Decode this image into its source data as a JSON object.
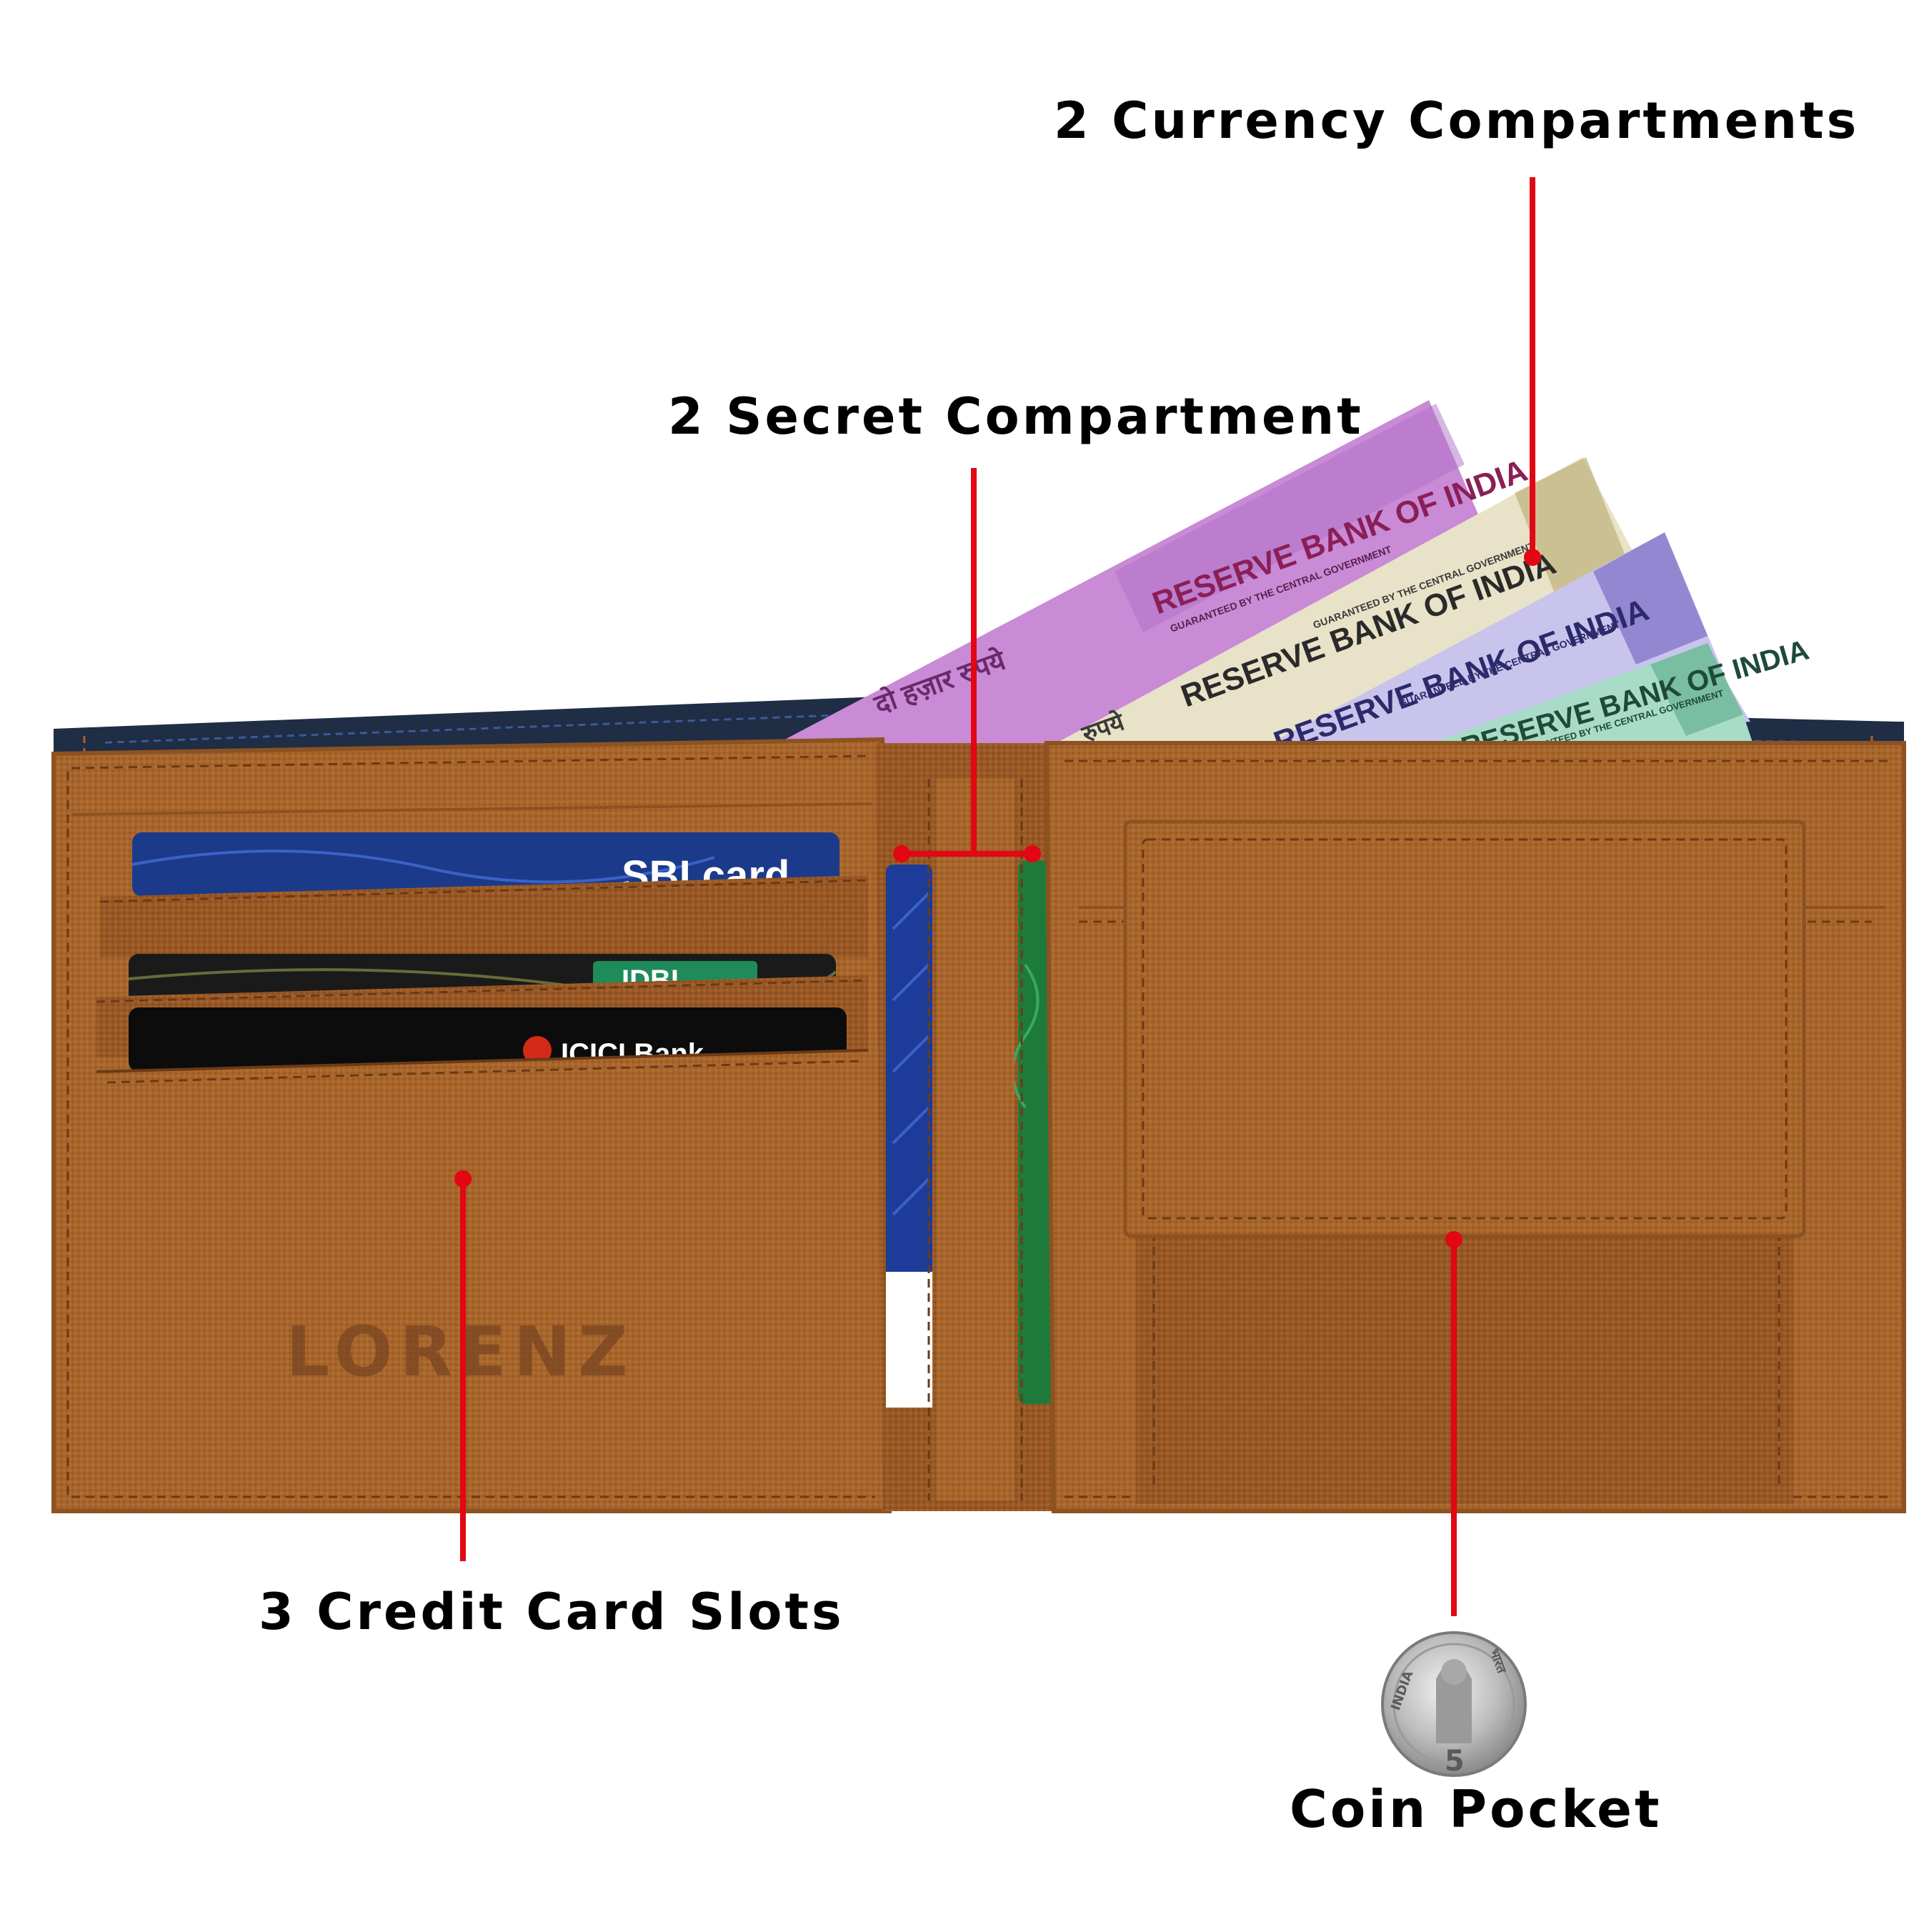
{
  "callouts": {
    "currency": "2 Currency Compartments",
    "secret": "2 Secret Compartment",
    "cards": "3 Credit Card Slots",
    "coin": "Coin Pocket"
  },
  "brand": "LORENZ",
  "notes": [
    {
      "bank": "RESERVE BANK OF INDIA",
      "guarantee": "GUARANTEED BY THE CENTRAL GOVERNMENT",
      "hindi": "दो हज़ार रुपये",
      "color": "#c98ad6"
    },
    {
      "bank": "RESERVE BANK OF INDIA",
      "guarantee": "GUARANTEED BY THE CENTRAL GOVERNMENT",
      "hindi": "रुपये",
      "color": "#e8e2c8"
    },
    {
      "bank": "RESERVE BANK OF INDIA",
      "guarantee": "GUARANTEED BY THE CENTRAL GOVERNMENT",
      "hindi": "",
      "color": "#c9c4ec"
    },
    {
      "bank": "RESERVE BANK OF INDIA",
      "guarantee": "GUARANTEED BY THE CENTRAL GOVERNMENT",
      "hindi": "",
      "color": "#a8dcc8"
    }
  ],
  "cards": [
    {
      "text": "SBI card",
      "color": "#1b3a8a"
    },
    {
      "text": "IDBI",
      "color": "#1a1a1a"
    },
    {
      "text": "ICICI Bank",
      "color": "#0c0c0c"
    }
  ],
  "coin": {
    "left": "INDIA",
    "right": "भारत",
    "value": "5"
  },
  "colors": {
    "leather": "#a8662c",
    "leather_dark": "#8c5222",
    "navy": "#1f2d45",
    "callout_line": "#e30613"
  }
}
